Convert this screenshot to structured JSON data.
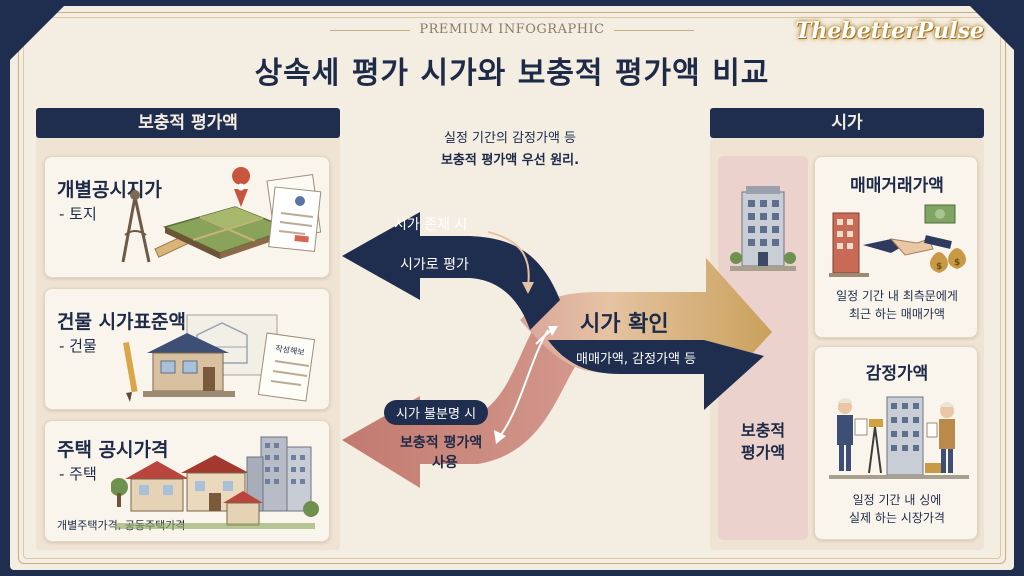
{
  "header": {
    "subtitle": "PREMIUM INFOGRAPHIC",
    "title": "상속세 평가 시가와 보충적 평가액 비교",
    "brand": "ThebetterPulse"
  },
  "left": {
    "heading": "보충적 평가액",
    "cards": [
      {
        "title": "개별공시지가",
        "sub": "- 토지"
      },
      {
        "title": "건물 시가표준액",
        "sub": "- 건물",
        "doc_label": "작성해보"
      },
      {
        "title": "주택 공시가격",
        "sub": "- 주택",
        "note": "개별주택가격, 공동주택가격"
      }
    ]
  },
  "center": {
    "note_line1": "실정 기간의 감정가액 등",
    "note_line2": "보충적 평가액 우선 원리.",
    "upper_arrow_label1": "시가 존재 시",
    "upper_arrow_label2": "시가로 평가",
    "confirm_title": "시가 확인",
    "confirm_sub": "매매가액, 감정가액 등",
    "lower_pill": "시가 불분명 시",
    "lower_label1": "보충적 평가액",
    "lower_label2": "사용"
  },
  "right": {
    "heading": "시가",
    "col_label_line1": "보충적",
    "col_label_line2": "평가액",
    "cards": [
      {
        "title": "매매거래가액",
        "desc1": "일정 기간 내 최측문에게",
        "desc2": "최근 하는 매매가액"
      },
      {
        "title": "감정가액",
        "desc1": "일정 기간 내 싱에",
        "desc2": "실제 하는 시장가격"
      }
    ]
  },
  "colors": {
    "navy": "#1f2d4f",
    "cream": "#f4ede1",
    "rose": "#c98a80",
    "gold": "#c9a15b"
  }
}
